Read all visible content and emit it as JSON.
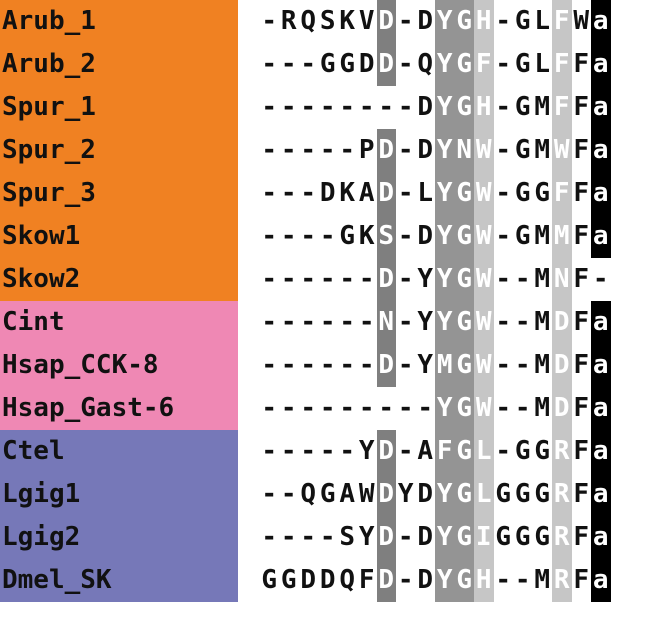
{
  "alignment": {
    "group_colors": {
      "orange": "#f08122",
      "pink": "#ef88b4",
      "purple": "#7678b8"
    },
    "shade_colors": {
      "black": "#000000",
      "dark": "#7f7f7f",
      "mid": "#949494",
      "light": "#c6c6c6",
      "none": "#ffffff"
    },
    "columns": [
      {
        "col": 6,
        "shade": "dark"
      },
      {
        "col": 7,
        "shade": "none"
      },
      {
        "col": 8,
        "shade": "none"
      },
      {
        "col": 9,
        "shade": "mid"
      },
      {
        "col": 10,
        "shade": "mid"
      },
      {
        "col": 11,
        "shade": "light"
      },
      {
        "col": 15,
        "shade": "light"
      },
      {
        "col": 17,
        "shade": "black"
      },
      {
        "col": 18,
        "shade": "none"
      }
    ],
    "rows": [
      {
        "name": "Arub_1",
        "group": "orange",
        "seq": "-RQSKVD-DYGH-GLFWa"
      },
      {
        "name": "Arub_2",
        "group": "orange",
        "seq": "---GGDD-QYGF-GLFFa"
      },
      {
        "name": "Spur_1",
        "group": "orange",
        "seq": "--------DYGH-GMFFa"
      },
      {
        "name": "Spur_2",
        "group": "orange",
        "seq": "-----PD-DYNW-GMWFa"
      },
      {
        "name": "Spur_3",
        "group": "orange",
        "seq": "---DKAD-LYGW-GGFFa"
      },
      {
        "name": "Skow1",
        "group": "orange",
        "seq": "----GKS-DYGW-GMMFa"
      },
      {
        "name": "Skow2",
        "group": "orange",
        "seq": "------D-YYGW--MNF-"
      },
      {
        "name": "Cint",
        "group": "pink",
        "seq": "------N-YYGW--MDFa"
      },
      {
        "name": "Hsap_CCK-8",
        "group": "pink",
        "seq": "------D-YMGW--MDFa"
      },
      {
        "name": "Hsap_Gast-6",
        "group": "pink",
        "seq": "---------YGW--MDFa"
      },
      {
        "name": "Ctel",
        "group": "purple",
        "seq": "-----YD-AFGL-GGRFa"
      },
      {
        "name": "Lgig1",
        "group": "purple",
        "seq": "--QGAWDYDYGLGGGRFa"
      },
      {
        "name": "Lgig2",
        "group": "purple",
        "seq": "----SYD-DYGIGGGRFa"
      },
      {
        "name": "Dmel_SK",
        "group": "purple",
        "seq": "GGDDQFD-DYGH--MRFa"
      }
    ]
  }
}
